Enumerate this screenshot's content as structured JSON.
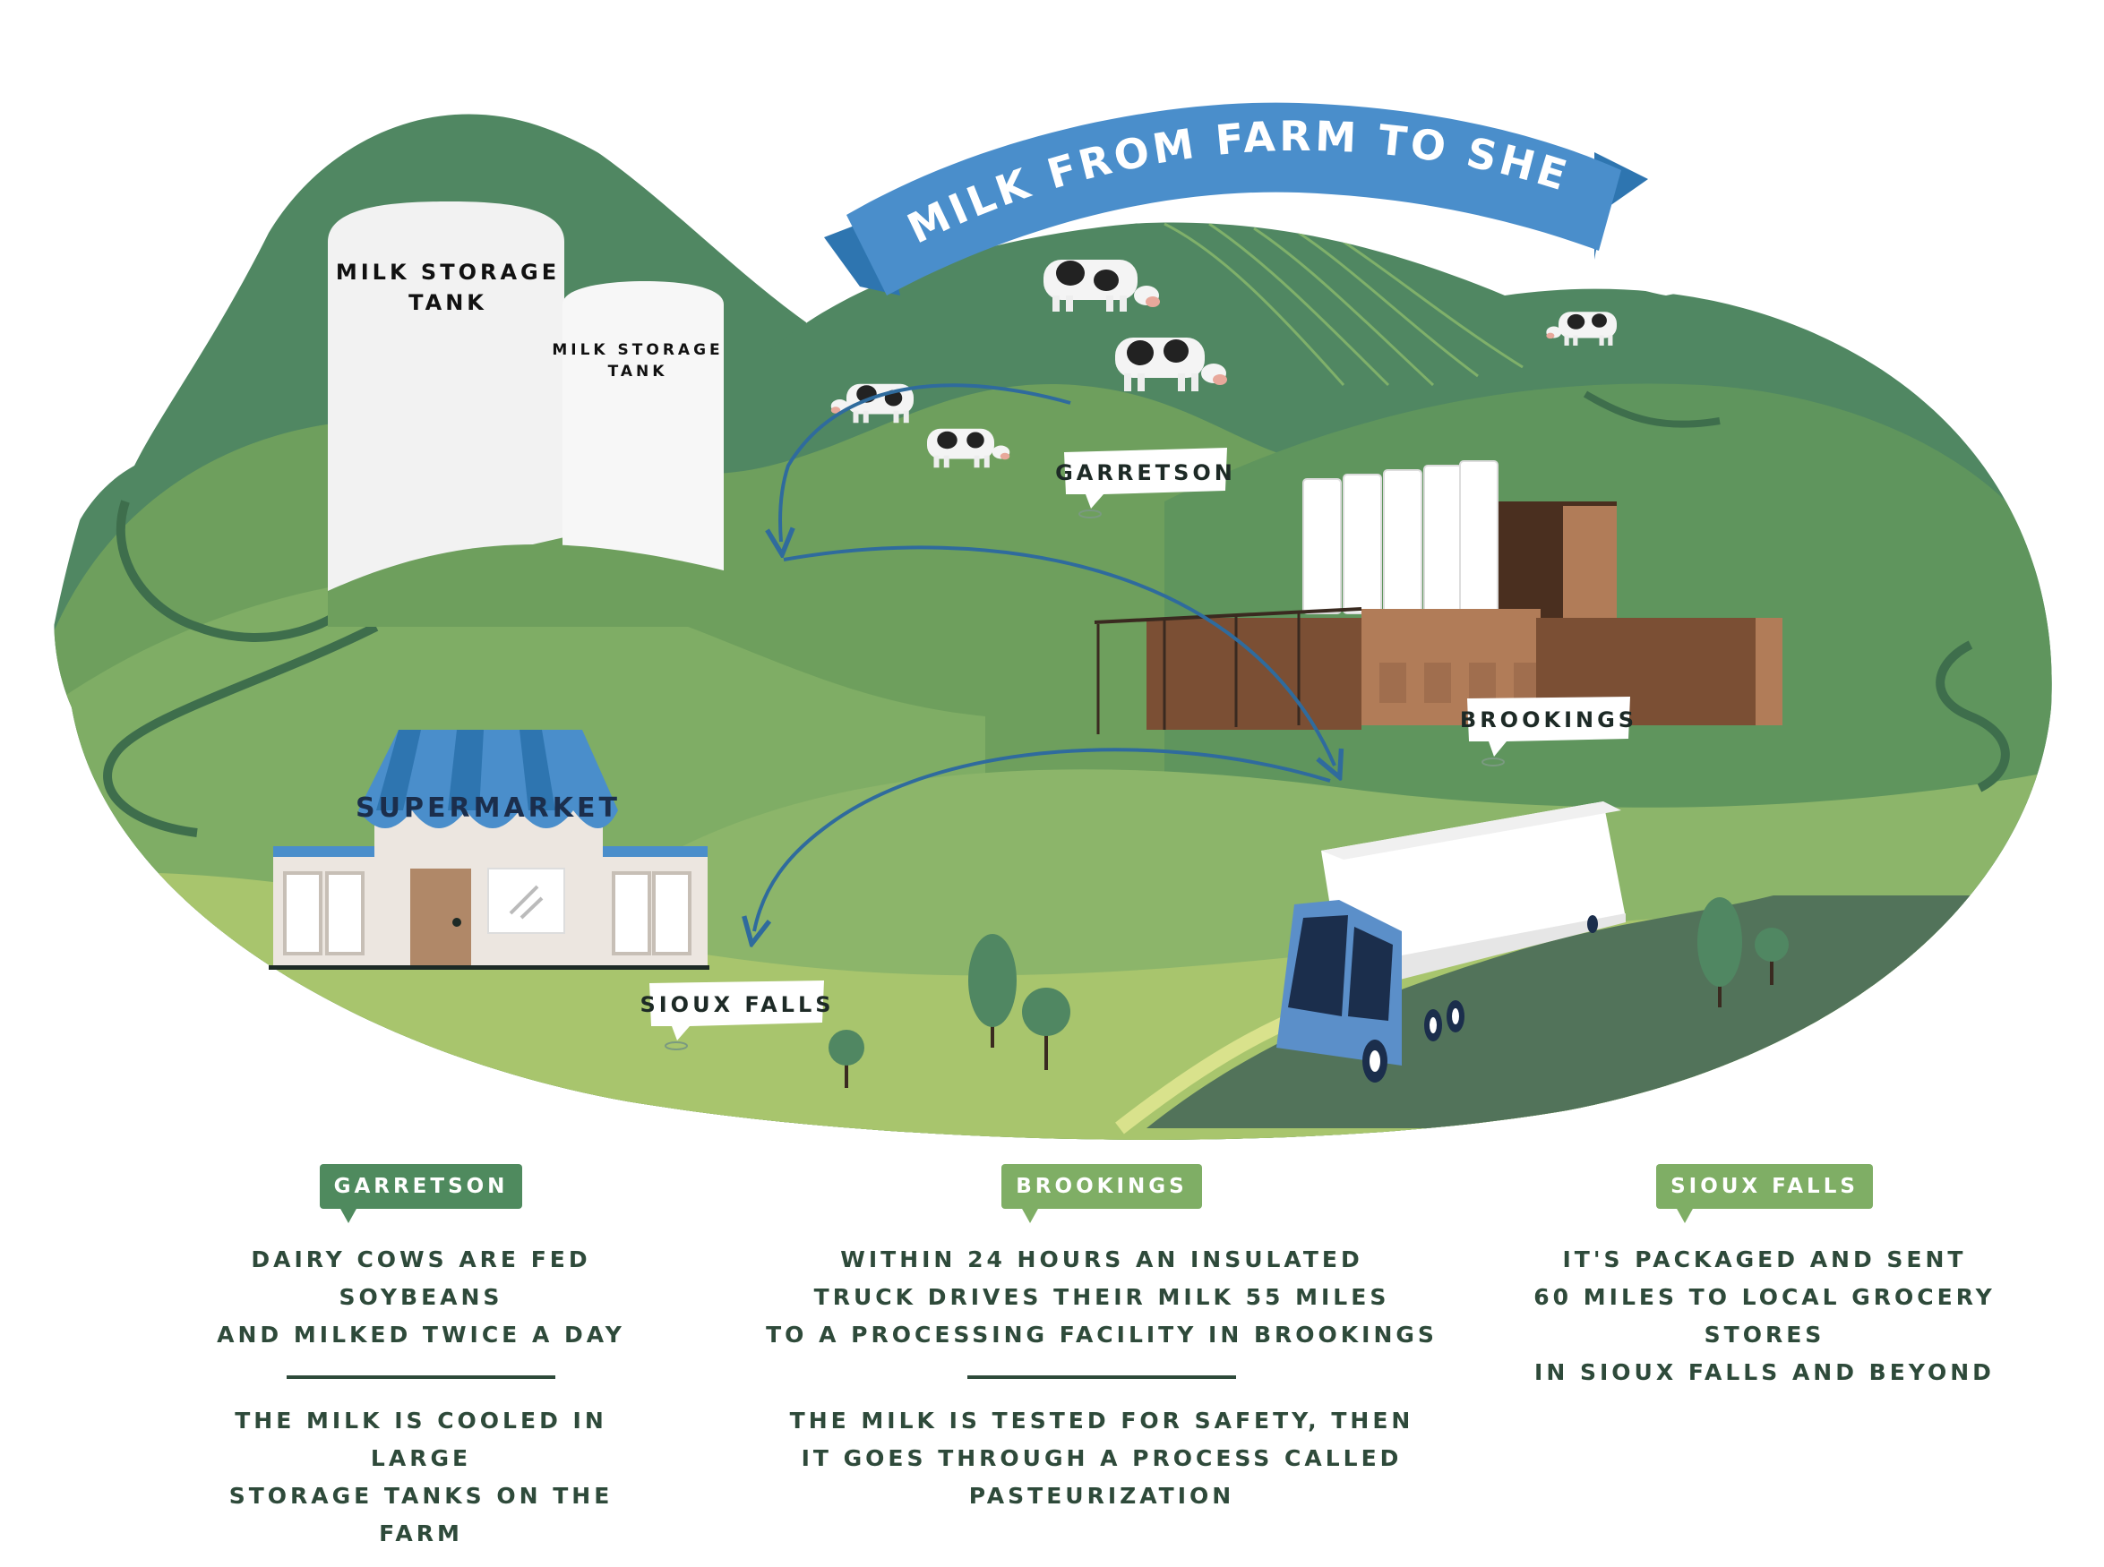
{
  "title": "MILK FROM FARM TO SHELF",
  "scene": {
    "tank_large_label": [
      "MILK STORAGE",
      "TANK"
    ],
    "tank_small_label": [
      "MILK STORAGE",
      "TANK"
    ],
    "supermarket_label": "SUPERMARKET",
    "pins": {
      "garretson": "GARRETSON",
      "brookings": "BROOKINGS",
      "sioux_falls": "SIOUX FALLS"
    }
  },
  "steps": [
    {
      "tag": "GARRETSON",
      "text_1": "DAIRY COWS ARE FED SOYBEANS\nAND MILKED TWICE A DAY",
      "text_2": "THE MILK IS COOLED IN LARGE\nSTORAGE TANKS ON THE FARM"
    },
    {
      "tag": "BROOKINGS",
      "text_1": "WITHIN 24 HOURS AN INSULATED\nTRUCK DRIVES THEIR MILK 55 MILES\nTO A PROCESSING FACILITY IN BROOKINGS",
      "text_2": "THE MILK IS TESTED FOR SAFETY, THEN\nIT GOES THROUGH A PROCESS CALLED PASTEURIZATION"
    },
    {
      "tag": "SIOUX FALLS",
      "text_1": "IT'S PACKAGED AND SENT\n60 MILES TO LOCAL GROCERY STORES\nIN SIOUX FALLS AND BEYOND"
    }
  ],
  "colors": {
    "ribbon": "#4a8ecb",
    "hill_dark": "#508762",
    "hill_mid": "#6e9f5d",
    "hill_light": "#a8c56d",
    "arrow": "#2f6b9d",
    "text": "#2e4a3a"
  }
}
